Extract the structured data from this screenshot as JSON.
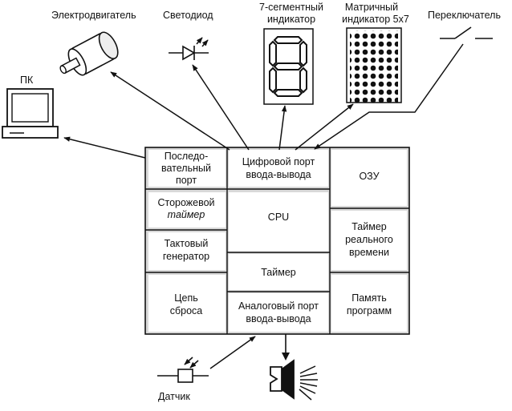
{
  "colors": {
    "ink": "#111111",
    "background": "#ffffff",
    "fill": "#d9d9d9"
  },
  "peripherals": {
    "motor": "Электродвигатель",
    "led": "Светодиод",
    "seven_segment": [
      "7-сегментный",
      "индикатор"
    ],
    "seven_segment_digit": "8",
    "matrix": [
      "Матричный",
      "индикатор 5х7"
    ],
    "switch": "Переключатель",
    "pc": "ПК",
    "sensor": "Датчик"
  },
  "blocks": {
    "serial_port": [
      "Последо-",
      "вательный",
      "порт"
    ],
    "watchdog": [
      "Сторожевой",
      "таймер"
    ],
    "clock": [
      "Тактовый",
      "генератор"
    ],
    "reset": [
      "Цепь",
      "сброса"
    ],
    "digital_io": [
      "Цифровой порт",
      "ввода-вывода"
    ],
    "cpu": "CPU",
    "timer": "Таймер",
    "analog_io": [
      "Аналоговый порт",
      "ввода-вывода"
    ],
    "ram": "ОЗУ",
    "rtc": [
      "Таймер",
      "реального",
      "времени"
    ],
    "program_memory": [
      "Память",
      "программ"
    ]
  },
  "icons": {
    "motor": "motor-icon",
    "led": "led-icon",
    "seven_segment": "seven-segment-icon",
    "matrix": "dot-matrix-icon",
    "switch": "switch-icon",
    "pc": "computer-icon",
    "sensor": "sensor-icon",
    "speaker": "speaker-icon"
  }
}
